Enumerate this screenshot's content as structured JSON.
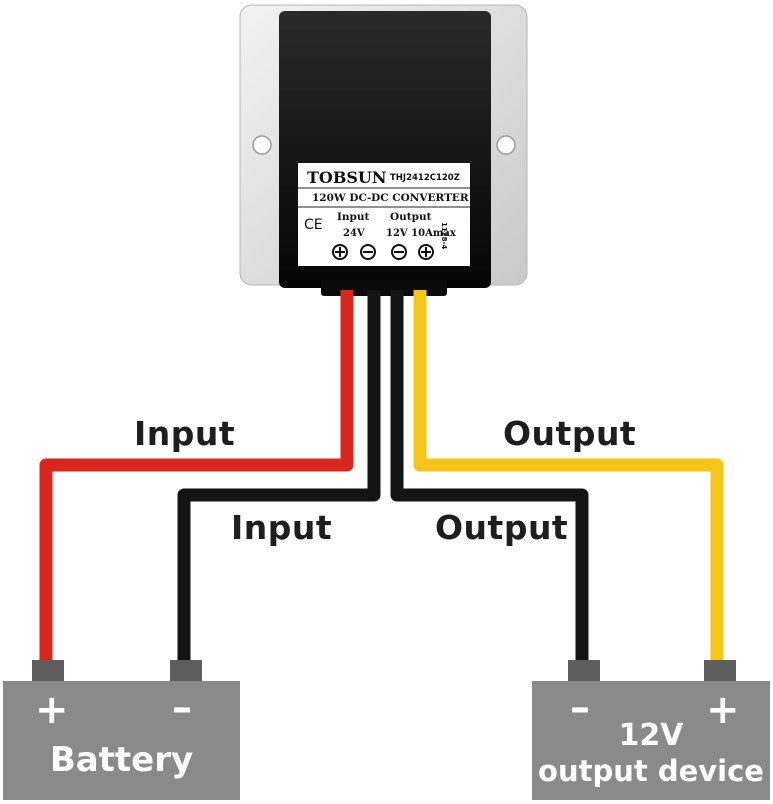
{
  "converter": {
    "brand": "TOBSUN",
    "model": "THJ2412C120Z",
    "description": "120W DC-DC CONVERTER",
    "ce_mark": "CE",
    "input_heading": "Input",
    "input_value": "24V",
    "output_heading": "Output",
    "output_value": "12V 10Amax",
    "side_code": "1128-4"
  },
  "wires": {
    "input_red_label": "Input",
    "input_black_label": "Input",
    "output_yellow_label": "Output",
    "output_black_label": "Output"
  },
  "battery": {
    "label": "Battery",
    "plus": "+",
    "minus": "–"
  },
  "device": {
    "label_line1": "12V",
    "label_line2": "output device",
    "plus": "+",
    "minus": "–"
  },
  "colors": {
    "red_wire": "#d9271e",
    "yellow_wire": "#f5c518",
    "black_wire": "#141414",
    "box_gray": "#8a8a8a",
    "terminal_gray": "#5e5e5e"
  }
}
